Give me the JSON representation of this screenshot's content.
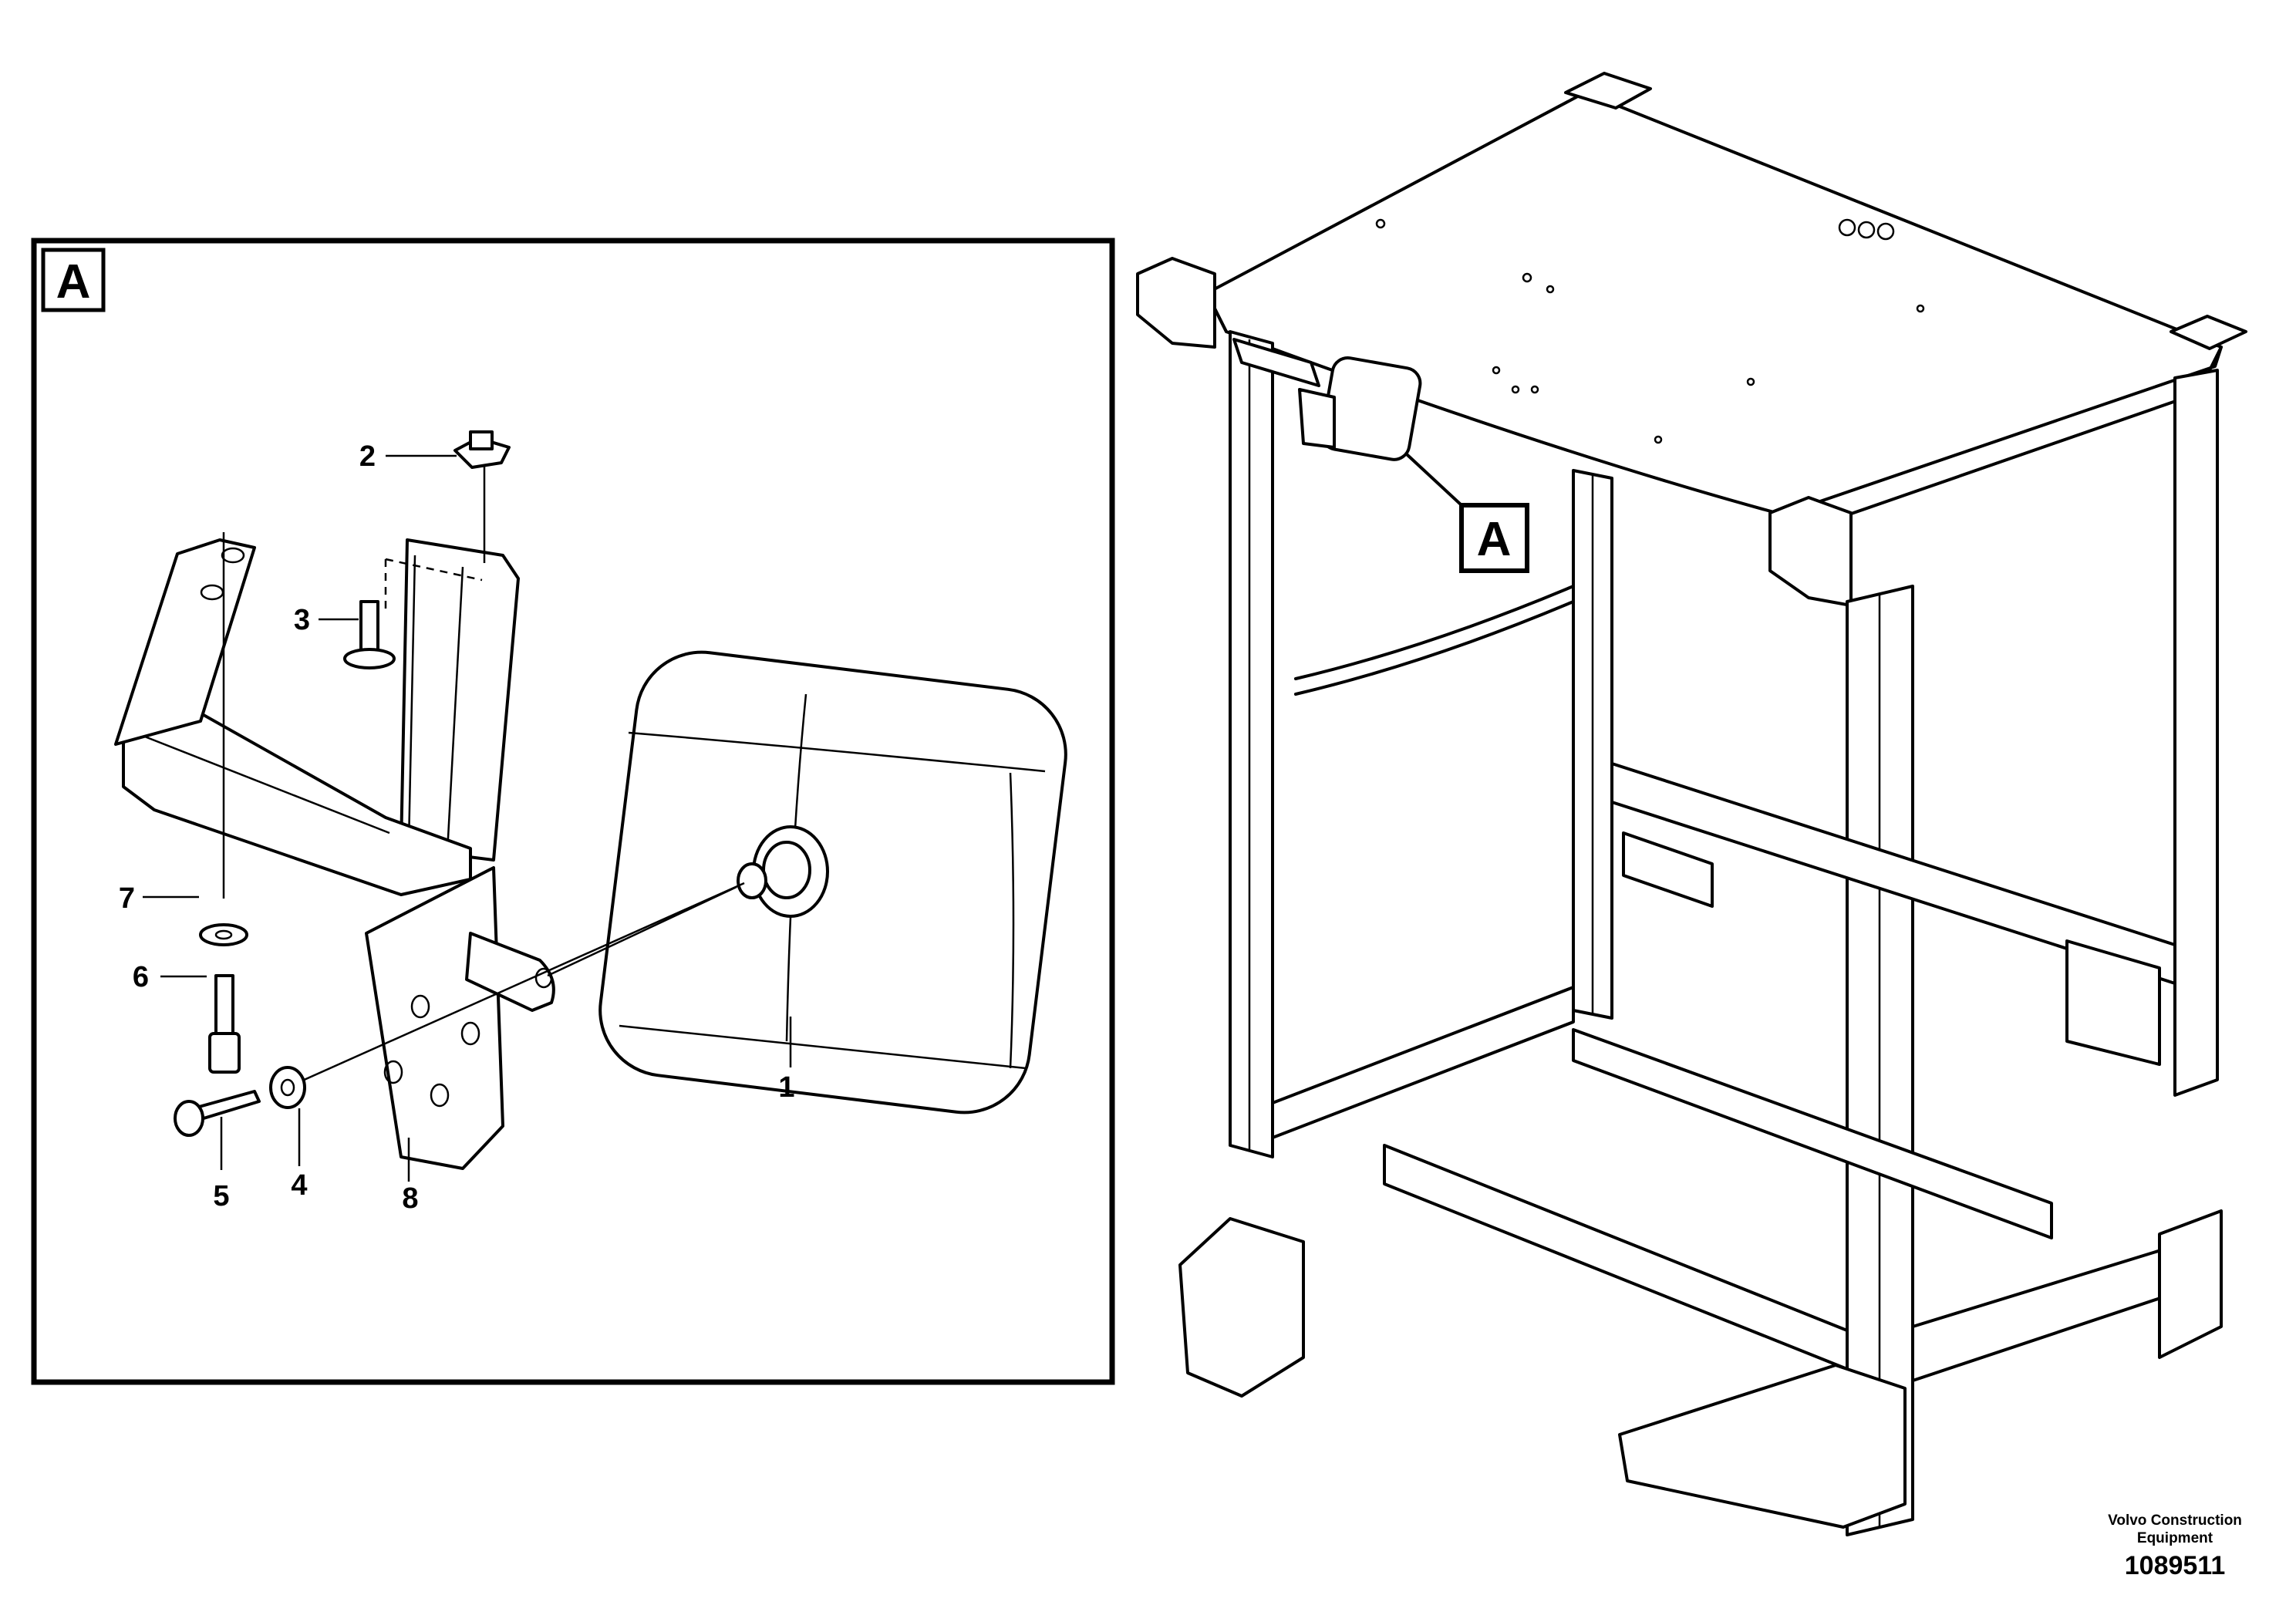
{
  "detail": {
    "tag": "A"
  },
  "frame_tag": "A",
  "callouts": [
    "1",
    "2",
    "3",
    "4",
    "5",
    "6",
    "7",
    "8"
  ],
  "credit": {
    "org_line1": "Volvo Construction",
    "org_line2": "Equipment",
    "number": "1089511"
  }
}
